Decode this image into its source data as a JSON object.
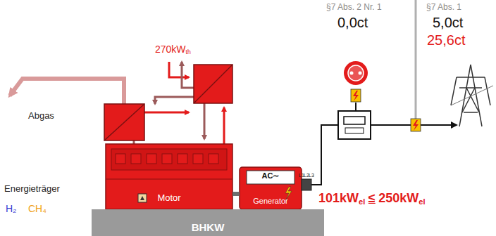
{
  "diagram": {
    "nodes": [
      {
        "text": [
          "Motor"
        ]
      },
      {
        "text": [
          "AC∼",
          "Generator"
        ]
      },
      {
        "text": [
          "BHKW"
        ]
      }
    ],
    "edges": [
      {
        "from": 0,
        "to": 1,
        "arrow": "none"
      }
    ],
    "labels": [
      "§7 Abs. 2 Nr. 1",
      "§7 Abs. 1",
      "0,0ct",
      "5,0ct",
      "25,6ct",
      "270kW",
      "th",
      "Abgas",
      "Energieträger",
      "H₂",
      "CH₄",
      "L1",
      "L2",
      "L3",
      "101kW",
      "el",
      "≤",
      "250kW",
      "el"
    ]
  }
}
